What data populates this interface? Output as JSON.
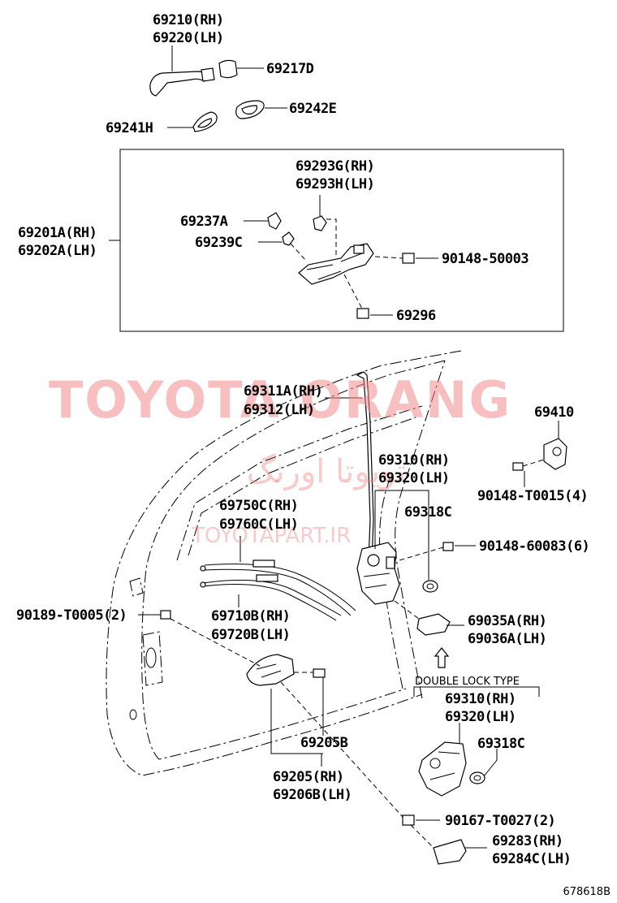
{
  "labels": {
    "p69210": "69210(RH)",
    "p69220": "69220(LH)",
    "p69217D": "69217D",
    "p69242E": "69242E",
    "p69241H": "69241H",
    "p69293G": "69293G(RH)",
    "p69293H": "69293H(LH)",
    "p69237A": "69237A",
    "p69239C": "69239C",
    "p69201A": "69201A(RH)",
    "p69202A": "69202A(LH)",
    "p90148_50003": "90148-50003",
    "p69296": "69296",
    "p69311A": "69311A(RH)",
    "p69312": "69312(LH)",
    "p69410": "69410",
    "p69310a": "69310(RH)",
    "p69320a": "69320(LH)",
    "p90148_T0015": "90148-T0015(4)",
    "p69750C": "69750C(RH)",
    "p69760C": "69760C(LH)",
    "p69318Ca": "69318C",
    "p90148_60083": "90148-60083(6)",
    "p90189": "90189-T0005(2)",
    "p69710B": "69710B(RH)",
    "p69720B": "69720B(LH)",
    "p69035A": "69035A(RH)",
    "p69036A": "69036A(LH)",
    "double_lock": "DOUBLE LOCK TYPE",
    "p69310b": "69310(RH)",
    "p69320b": "69320(LH)",
    "p69318Cb": "69318C",
    "p69205B": "69205B",
    "p69205": "69205(RH)",
    "p69206B": "69206B(LH)",
    "p90167": "90167-T0027(2)",
    "p69283": "69283(RH)",
    "p69284C": "69284C(LH)",
    "diagram_code": "678618B"
  },
  "watermark": {
    "brand": "TOYOTA ORANG",
    "persian": "تویوتا اورنگ",
    "site": "TOYOTAPART.IR"
  },
  "colors": {
    "watermark": "#f08a8a",
    "line": "#000000"
  }
}
